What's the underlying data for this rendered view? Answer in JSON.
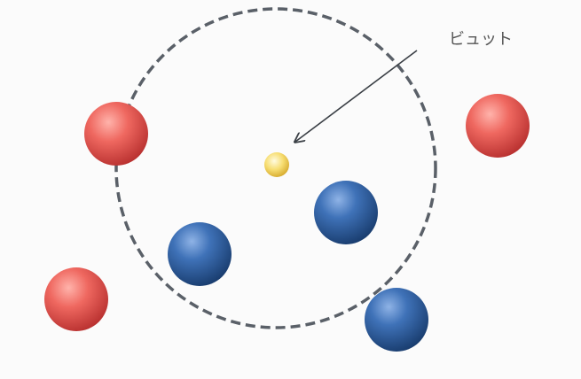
{
  "annotation": {
    "text": "ビュット"
  },
  "colors": {
    "background": "#fbfbfb",
    "circle_stroke": "#5a6068",
    "arrow": "#3a3f45",
    "label_text": "#555555",
    "red_ball": "#e8514f",
    "blue_ball": "#2f5f9c",
    "yellow_ball": "#f3d24a"
  },
  "elements": {
    "target_circle": "dashed-circle",
    "target_ball": "yellow-ball",
    "red_ball_count": 3,
    "blue_ball_count": 3
  }
}
